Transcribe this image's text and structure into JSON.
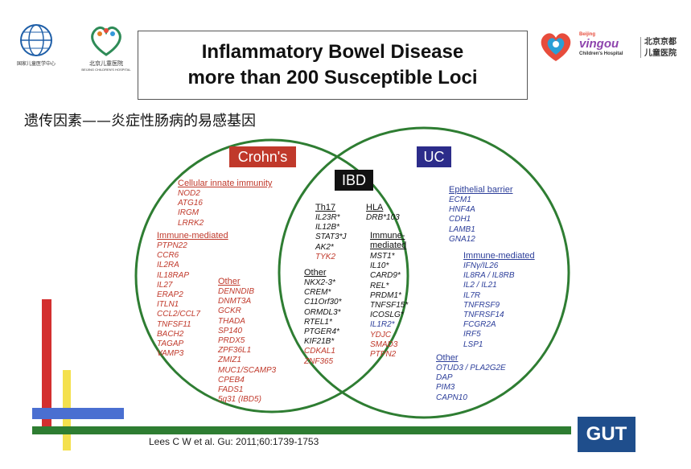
{
  "logos": {
    "left1_caption": "国家儿童医学中心",
    "left2_caption": "北京儿童医院",
    "left2_sub": "BEIJING CHILDREN'S HOSPITAL",
    "right_top": "Beijing",
    "right_brand": "vingou",
    "right_sub": "Children's Hospital",
    "right_cn": "北京京都 儿童医院"
  },
  "title": {
    "line1": "Inflammatory Bowel Disease",
    "line2": "more than 200 Susceptible Loci"
  },
  "subtitle": "遗传因素——炎症性肠病的易感基因",
  "venn": {
    "crohns_label": "Crohn's",
    "uc_label": "UC",
    "ibd_label": "IBD",
    "crohns": {
      "innate_title": "Cellular innate immunity",
      "innate": [
        "NOD2",
        "ATG16",
        "IRGM",
        "LRRK2"
      ],
      "immune_title": "Immune-mediated",
      "immune": [
        "PTPN22",
        "CCR6",
        "IL2RA",
        "IL18RAP",
        "IL27",
        "ERAP2",
        "ITLN1",
        "CCL2/CCL7",
        "TNFSF11",
        "BACH2",
        "TAGAP",
        "VAMP3"
      ],
      "other_title": "Other",
      "other": [
        "DENNDIB",
        "DNMT3A",
        "GCKR",
        "THADA",
        "SP140",
        "PRDX5",
        "ZPF36L1",
        "ZMIZ1",
        "MUC1/SCAMP3",
        "CPEB4",
        "FADS1",
        "5q31 (IBD5)"
      ]
    },
    "ibd": {
      "th17_title": "Th17",
      "th17": [
        "IL23R*",
        "IL12B*",
        "STAT3*J",
        "AK2*",
        "TYK2"
      ],
      "hla_title": "HLA",
      "hla": [
        "DRB*103"
      ],
      "immune_title1": "Immune-",
      "immune_title2": "mediated",
      "immune": [
        "MST1*",
        "IL10*",
        "CARD9*",
        "REL*",
        "PRDM1*",
        "TNFSF15*",
        "ICOSLG*",
        "IL1R2*",
        "YDJC",
        "SMAD3",
        "PTPN2"
      ],
      "other_title": "Other",
      "other": [
        "NKX2-3*",
        "CREM*",
        "C11Orf30*",
        "ORMDL3*",
        "RTEL1*",
        "PTGER4*",
        "KIF21B*",
        "CDKAL1",
        "ZNF365"
      ]
    },
    "uc": {
      "epi_title": "Epithelial barrier",
      "epi": [
        "ECM1",
        "HNF4A",
        "CDH1",
        "LAMB1",
        "GNA12"
      ],
      "immune_title": "Immune-mediated",
      "immune": [
        "IFNγ/IL26",
        "IL8RA / IL8RB",
        "IL2 / IL21",
        "IL7R",
        "TNFRSF9",
        "TNFRSF14",
        "FCGR2A",
        "IRF5",
        "LSP1"
      ],
      "other_title": "Other",
      "other": [
        "OTUD3 / PLA2G2E",
        "DAP",
        "PIM3",
        "CAPN10"
      ]
    }
  },
  "citation": "Lees C W et al. Gu: 2011;60:1739-1753",
  "gut_logo": "GUT",
  "colors": {
    "green": "#2e7d32",
    "crohns_red": "#c0392b",
    "uc_blue": "#2c3e9a",
    "gut_blue": "#1f4e8c"
  }
}
